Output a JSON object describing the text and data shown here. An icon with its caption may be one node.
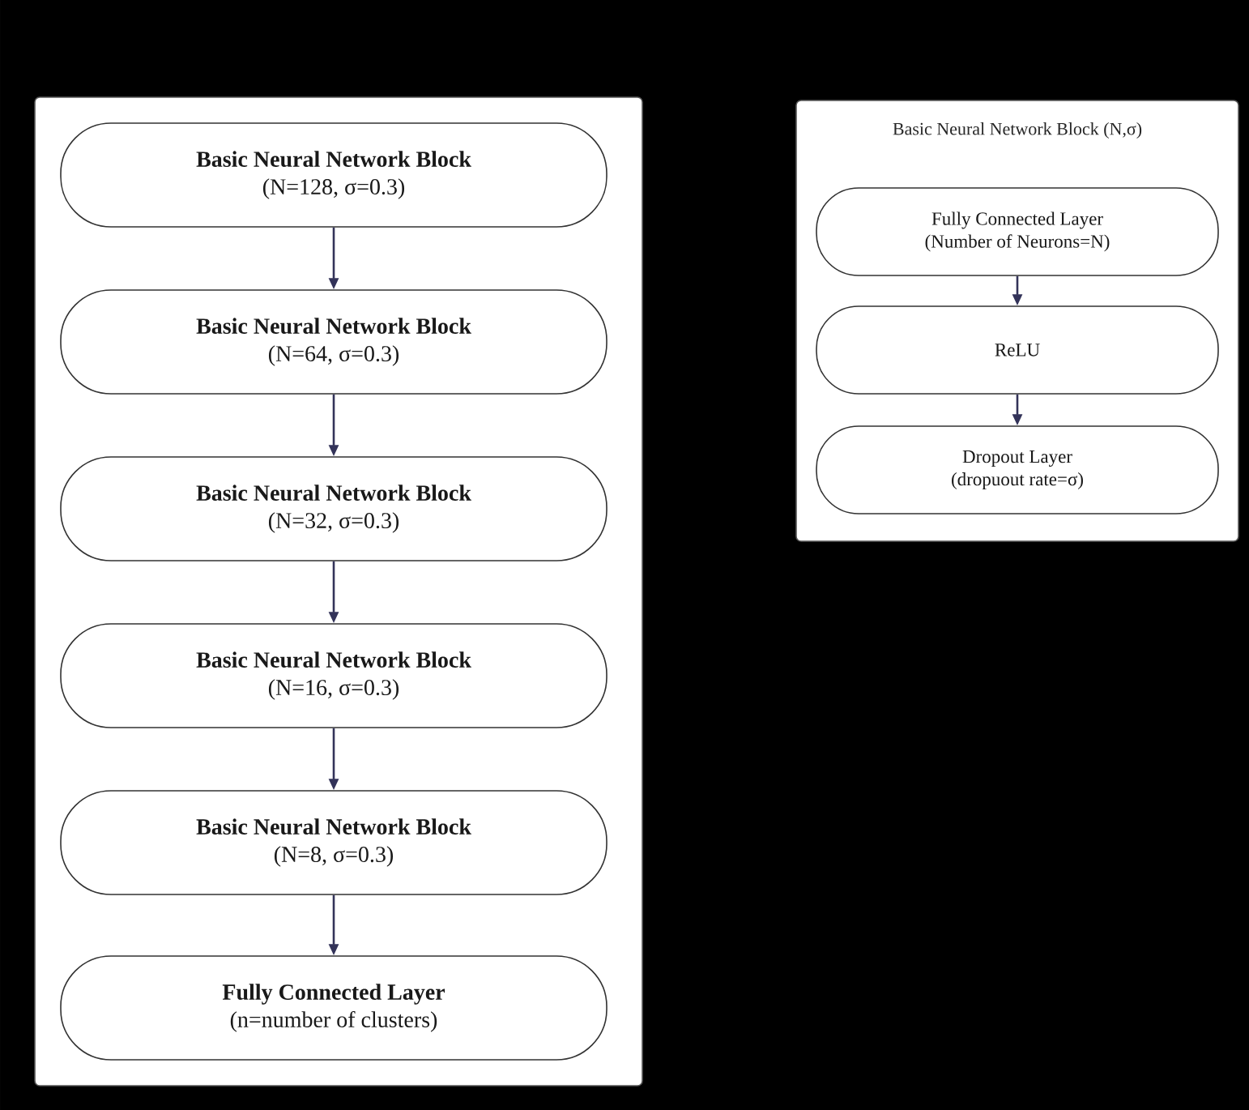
{
  "diagram": {
    "nodes": [
      {
        "text": [],
        "shape": "box"
      },
      {
        "text": [
          "Basic Neural Network Block",
          "(N=128, σ=0.3)"
        ],
        "in": 0
      },
      {
        "text": [
          "Basic Neural Network Block",
          "(N=64, σ=0.3)"
        ],
        "in": 0
      },
      {
        "text": [
          "Basic Neural Network Block",
          "(N=32, σ=0.3)"
        ],
        "in": 0
      },
      {
        "text": [
          "Basic Neural Network Block",
          "(N=16, σ=0.3)"
        ],
        "in": 0
      },
      {
        "text": [
          "Basic Neural Network Block",
          "(N=8, σ=0.3)"
        ],
        "in": 0
      },
      {
        "text": [
          "Fully Connected Layer",
          "(n=number of clusters)"
        ],
        "in": 0
      },
      {
        "text": [
          "Basic Neural Network Block (N,σ)"
        ]
      },
      {
        "text": [
          "Fully Connected Layer",
          "(Number of Neurons=N)"
        ],
        "in": 7
      },
      {
        "text": [
          "ReLU"
        ],
        "in": 7
      },
      {
        "text": [
          "Dropout Layer",
          "(dropuout rate=σ)"
        ],
        "in": 7
      }
    ],
    "edges": [
      {
        "from": 1,
        "to": 2,
        "arrow": "to"
      },
      {
        "from": 2,
        "to": 3,
        "arrow": "to"
      },
      {
        "from": 3,
        "to": 4,
        "arrow": "to"
      },
      {
        "from": 4,
        "to": 5,
        "arrow": "to"
      },
      {
        "from": 5,
        "to": 6,
        "arrow": "to"
      },
      {
        "from": 8,
        "to": 9,
        "arrow": "to"
      },
      {
        "from": 9,
        "to": 10,
        "arrow": "to"
      }
    ]
  }
}
